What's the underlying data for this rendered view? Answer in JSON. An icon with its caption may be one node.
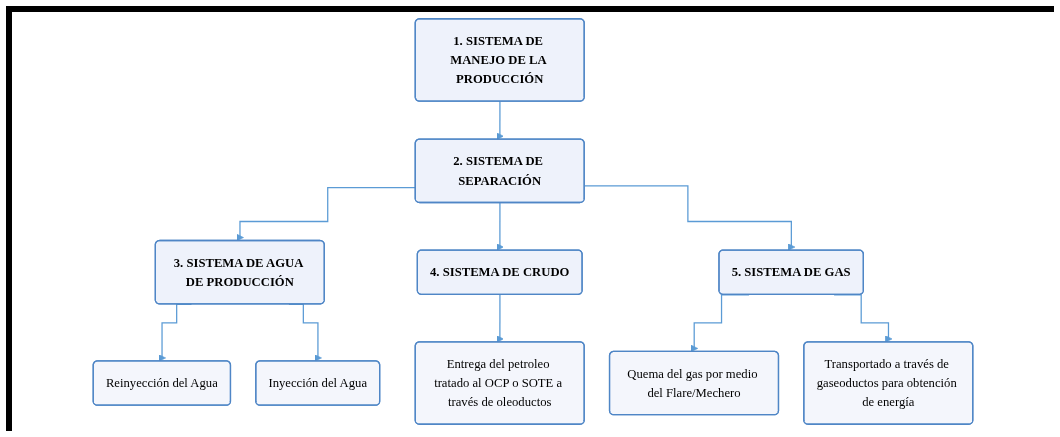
{
  "diagram": {
    "nodes": [
      {
        "text": [
          "1. SISTEMA DE MANEJO DE LA PRODUCCIÓN"
        ]
      },
      {
        "text": [
          "2. SISTEMA DE SEPARACIÓN"
        ]
      },
      {
        "text": [
          "3. SISTEMA DE AGUA DE PRODUCCIÓN"
        ]
      },
      {
        "text": [
          "4. SISTEMA DE CRUDO"
        ]
      },
      {
        "text": [
          "5. SISTEMA DE GAS"
        ]
      },
      {
        "text": [
          "Reinyección del Agua"
        ]
      },
      {
        "text": [
          "Inyección del Agua"
        ]
      },
      {
        "text": [
          "Entrega del petroleo tratado al OCP o SOTE a través de oleoductos"
        ]
      },
      {
        "text": [
          "Quema del gas por medio del Flare/Mechero"
        ]
      },
      {
        "text": [
          "Transportado a través de gaseoductos para obtención de energía"
        ]
      }
    ],
    "edges": [
      {
        "from": 0,
        "to": 1,
        "arrow": "to"
      },
      {
        "from": 1,
        "to": 2,
        "arrow": "to"
      },
      {
        "from": 1,
        "to": 3,
        "arrow": "to"
      },
      {
        "from": 1,
        "to": 4,
        "arrow": "to"
      },
      {
        "from": 2,
        "to": 5,
        "arrow": "to"
      },
      {
        "from": 2,
        "to": 6,
        "arrow": "to"
      },
      {
        "from": 3,
        "to": 7,
        "arrow": "to"
      },
      {
        "from": 4,
        "to": 8,
        "arrow": "to"
      },
      {
        "from": 4,
        "to": 9,
        "arrow": "to"
      }
    ]
  }
}
